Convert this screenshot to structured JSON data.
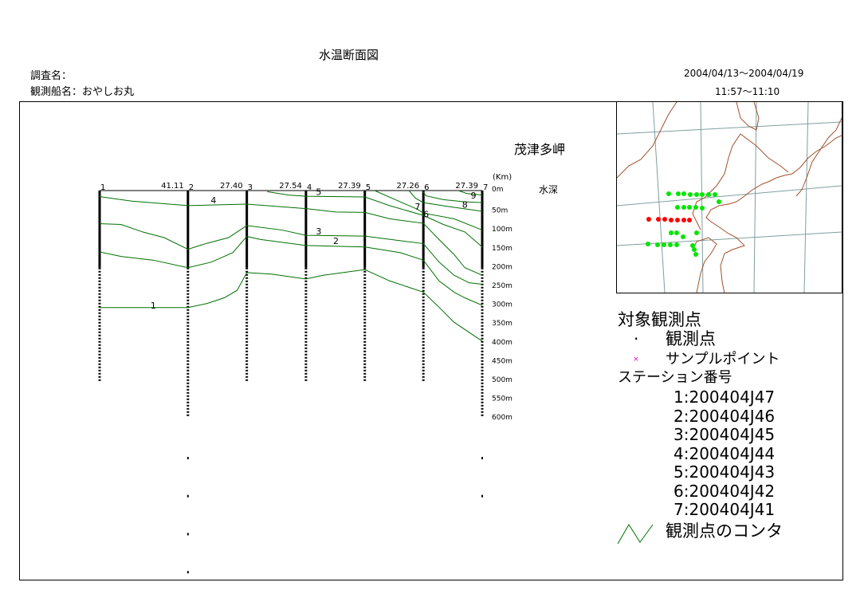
{
  "header": {
    "title": "水温断面図",
    "survey_label": "調査名：",
    "ship_label": "観測船名：おやしお丸",
    "period": "2004/04/13～2004/04/19",
    "time": "11:57～11:10"
  },
  "chart_data": {
    "type": "contour-section",
    "title": "水温断面図",
    "location_label": "茂津多岬",
    "depth_axis_title": "水深",
    "distance_unit": "(Km)",
    "depth_ticks": [
      "0m",
      "50m",
      "100m",
      "150m",
      "200m",
      "250m",
      "300m",
      "350m",
      "400m",
      "450m",
      "500m",
      "550m",
      "600m"
    ],
    "depth_values": [
      0,
      50,
      100,
      150,
      200,
      250,
      300,
      350,
      400,
      450,
      500,
      550,
      600
    ],
    "ylim": [
      0,
      600
    ],
    "stations": [
      {
        "label": "1",
        "km": 0,
        "measured_depth": 205,
        "max_depth": 510
      },
      {
        "label": "2",
        "km": 41.11,
        "measured_depth": 205,
        "max_depth": 610
      },
      {
        "label": "3",
        "km": 68.51,
        "measured_depth": 205,
        "max_depth": 510
      },
      {
        "label": "4",
        "km": 96.05,
        "measured_depth": 205,
        "max_depth": 510
      },
      {
        "label": "5",
        "km": 123.44,
        "measured_depth": 205,
        "max_depth": 510
      },
      {
        "label": "6",
        "km": 150.7,
        "measured_depth": 205,
        "max_depth": 510
      },
      {
        "label": "7",
        "km": 178.09,
        "measured_depth": 205,
        "max_depth": 610
      }
    ],
    "segment_distances": [
      "41.11",
      "27.40",
      "27.54",
      "27.39",
      "27.26",
      "27.39"
    ],
    "contours": [
      {
        "value": "1",
        "label_at": [
          25,
          305
        ],
        "points": [
          [
            0,
            311
          ],
          [
            41.11,
            311
          ],
          [
            50,
            300
          ],
          [
            58,
            285
          ],
          [
            64,
            265
          ],
          [
            68.51,
            218
          ],
          [
            80,
            222
          ],
          [
            96.05,
            235
          ],
          [
            104,
            225
          ],
          [
            123.44,
            210
          ],
          [
            135,
            240
          ],
          [
            150.7,
            270
          ],
          [
            158,
            310
          ],
          [
            165,
            350
          ],
          [
            178.09,
            400
          ]
        ]
      },
      {
        "value": "2",
        "label_at": [
          110,
          134
        ],
        "points": [
          [
            0,
            163
          ],
          [
            10,
            175
          ],
          [
            25,
            185
          ],
          [
            41.11,
            205
          ],
          [
            52,
            190
          ],
          [
            62,
            165
          ],
          [
            68.51,
            122
          ],
          [
            75,
            130
          ],
          [
            96.05,
            146
          ],
          [
            123.44,
            150
          ],
          [
            140,
            165
          ],
          [
            150.7,
            185
          ],
          [
            158,
            240
          ],
          [
            165,
            270
          ],
          [
            170,
            285
          ],
          [
            178.09,
            305
          ]
        ]
      },
      {
        "value": "3",
        "label_at": [
          102,
          108
        ],
        "points": [
          [
            0,
            88
          ],
          [
            10,
            90
          ],
          [
            20,
            110
          ],
          [
            30,
            125
          ],
          [
            41.11,
            156
          ],
          [
            50,
            140
          ],
          [
            60,
            125
          ],
          [
            68.51,
            93
          ],
          [
            85,
            105
          ],
          [
            96.05,
            119
          ],
          [
            123.44,
            121
          ],
          [
            150.7,
            141
          ],
          [
            158,
            190
          ],
          [
            165,
            225
          ],
          [
            172,
            245
          ],
          [
            178.09,
            249
          ]
        ]
      },
      {
        "value": "4",
        "label_at": [
          53,
          25
        ],
        "points": [
          [
            0,
            16
          ],
          [
            15,
            28
          ],
          [
            41.11,
            40
          ],
          [
            68.51,
            36
          ],
          [
            96.05,
            48
          ],
          [
            110,
            57
          ],
          [
            123.44,
            58
          ],
          [
            135,
            75
          ],
          [
            150.7,
            87
          ],
          [
            158,
            130
          ],
          [
            165,
            170
          ],
          [
            170,
            205
          ],
          [
            178.09,
            225
          ]
        ]
      },
      {
        "value": "5",
        "label_at": [
          102,
          3
        ],
        "points": [
          [
            78,
            3
          ],
          [
            88,
            12
          ],
          [
            96.05,
            15
          ],
          [
            123.44,
            17
          ],
          [
            135,
            40
          ],
          [
            150.7,
            66
          ],
          [
            160,
            90
          ],
          [
            170,
            110
          ],
          [
            178.09,
            150
          ]
        ]
      },
      {
        "value": "6",
        "label_at": [
          152,
          62
        ],
        "points": [
          [
            128,
            0
          ],
          [
            140,
            30
          ],
          [
            148,
            50
          ],
          [
            150.7,
            60
          ],
          [
            165,
            75
          ],
          [
            178.09,
            105
          ]
        ]
      },
      {
        "value": "7",
        "label_at": [
          148,
          42
        ],
        "points": [
          [
            144,
            0
          ],
          [
            147,
            20
          ],
          [
            150.7,
            32
          ],
          [
            162,
            42
          ],
          [
            178.09,
            55
          ]
        ]
      },
      {
        "value": "8",
        "label_at": [
          170,
          37
        ],
        "points": [
          [
            150.3,
            2
          ],
          [
            152,
            14
          ],
          [
            160,
            24
          ],
          [
            170,
            30
          ],
          [
            178.09,
            32
          ]
        ]
      },
      {
        "value": "9",
        "label_at": [
          174,
          13
        ],
        "points": [
          [
            167,
            0
          ],
          [
            171,
            8
          ],
          [
            178.09,
            12
          ]
        ]
      }
    ]
  },
  "legend": {
    "title": "対象観測点",
    "observation_point": "観測点",
    "sample_point": "サンプルポイント",
    "station_title": "ステーション番号",
    "stations": [
      "1:200404J47",
      "2:200404J46",
      "3:200404J45",
      "4:200404J44",
      "5:200404J43",
      "6:200404J42",
      "7:200404J41"
    ],
    "contour_label": "観測点のコンタ"
  },
  "map": {
    "target_color": "#ff0000",
    "other_color": "#00e600",
    "coast_color": "#a0522d",
    "grid_color": "#7f9f9f"
  },
  "colors": {
    "contour": "#007000",
    "sample": "#e000e0"
  }
}
